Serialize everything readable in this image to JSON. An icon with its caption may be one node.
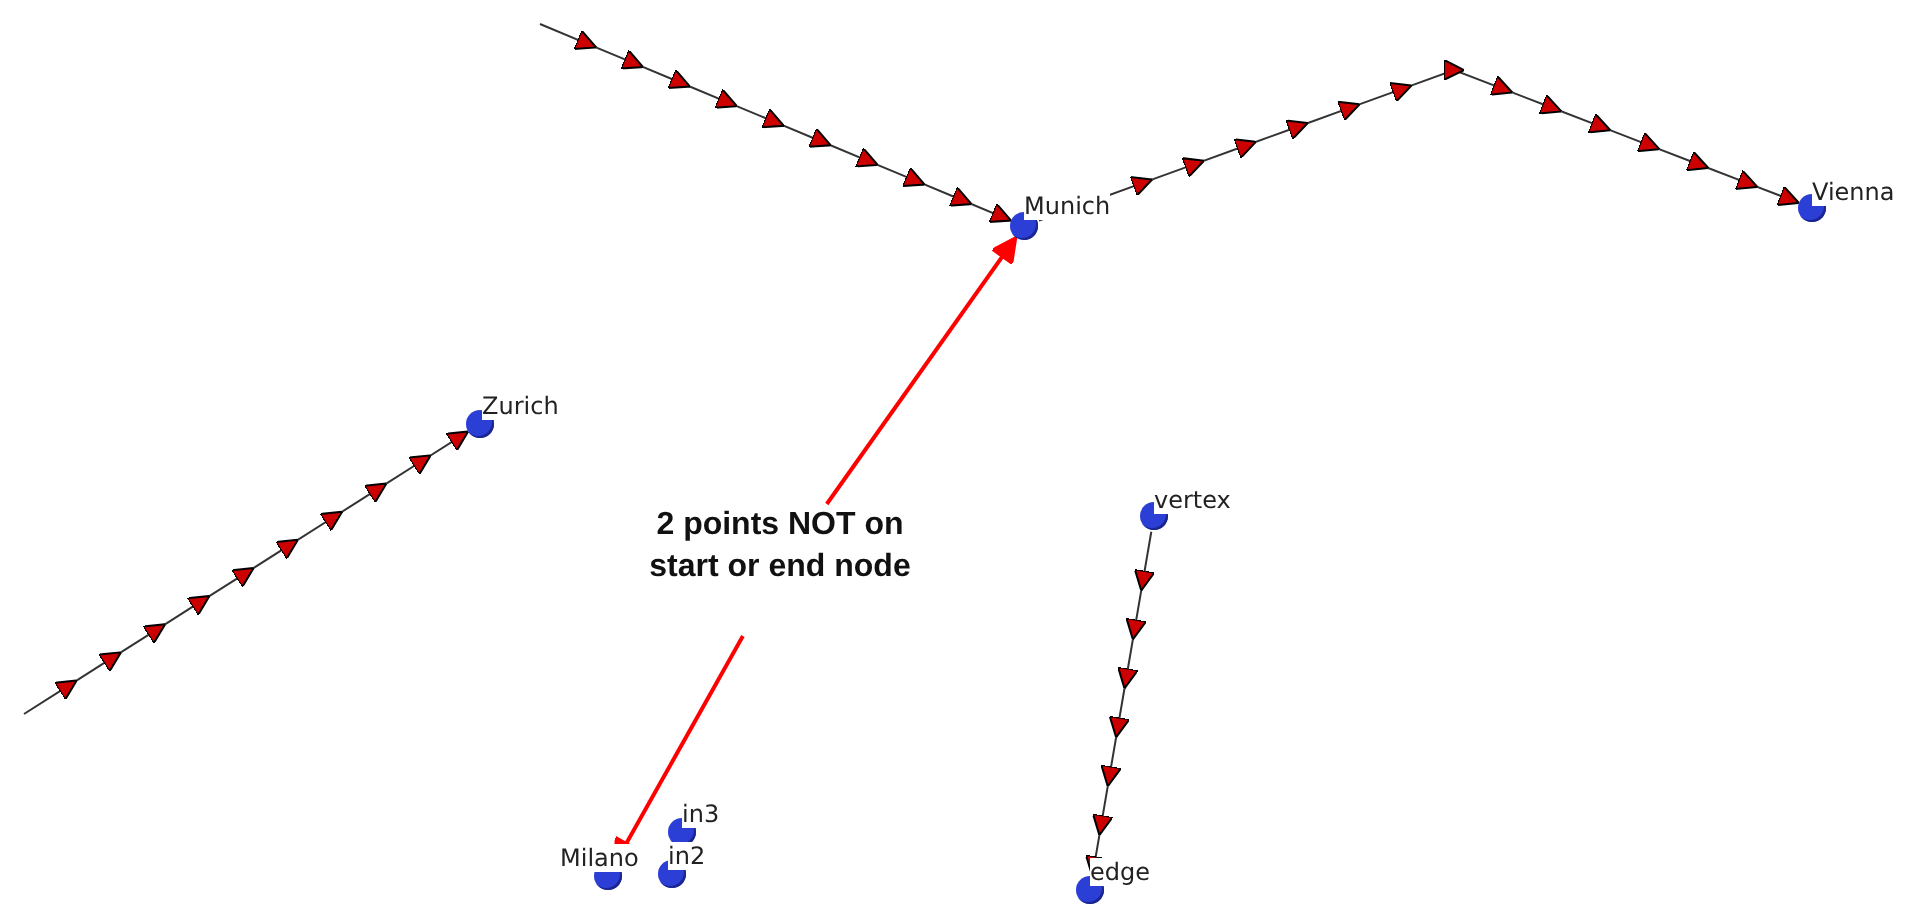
{
  "diagram": {
    "nodes": [
      {
        "text": [
          "Munich"
        ]
      },
      {
        "text": [
          "Vienna"
        ]
      },
      {
        "text": [
          "Zurich"
        ]
      },
      {
        "text": [
          "vertex"
        ]
      },
      {
        "text": [
          "edge"
        ]
      },
      {
        "text": [
          "in3"
        ]
      },
      {
        "text": [
          "Milano"
        ]
      },
      {
        "text": [
          "in2"
        ]
      },
      {
        "text": [
          "2 points NOT on start or end node"
        ]
      }
    ],
    "edges": [
      {
        "from": null,
        "to": 0,
        "arrow": "to"
      },
      {
        "from": 0,
        "to": 1,
        "arrow": "to"
      },
      {
        "from": null,
        "to": 2,
        "arrow": "to"
      },
      {
        "from": 3,
        "to": 4,
        "arrow": "to"
      },
      {
        "from": 8,
        "to": 0,
        "arrow": "to",
        "color": "#ff0000"
      },
      {
        "from": 8,
        "to": 6,
        "arrow": "to",
        "color": "#ff0000"
      }
    ]
  }
}
